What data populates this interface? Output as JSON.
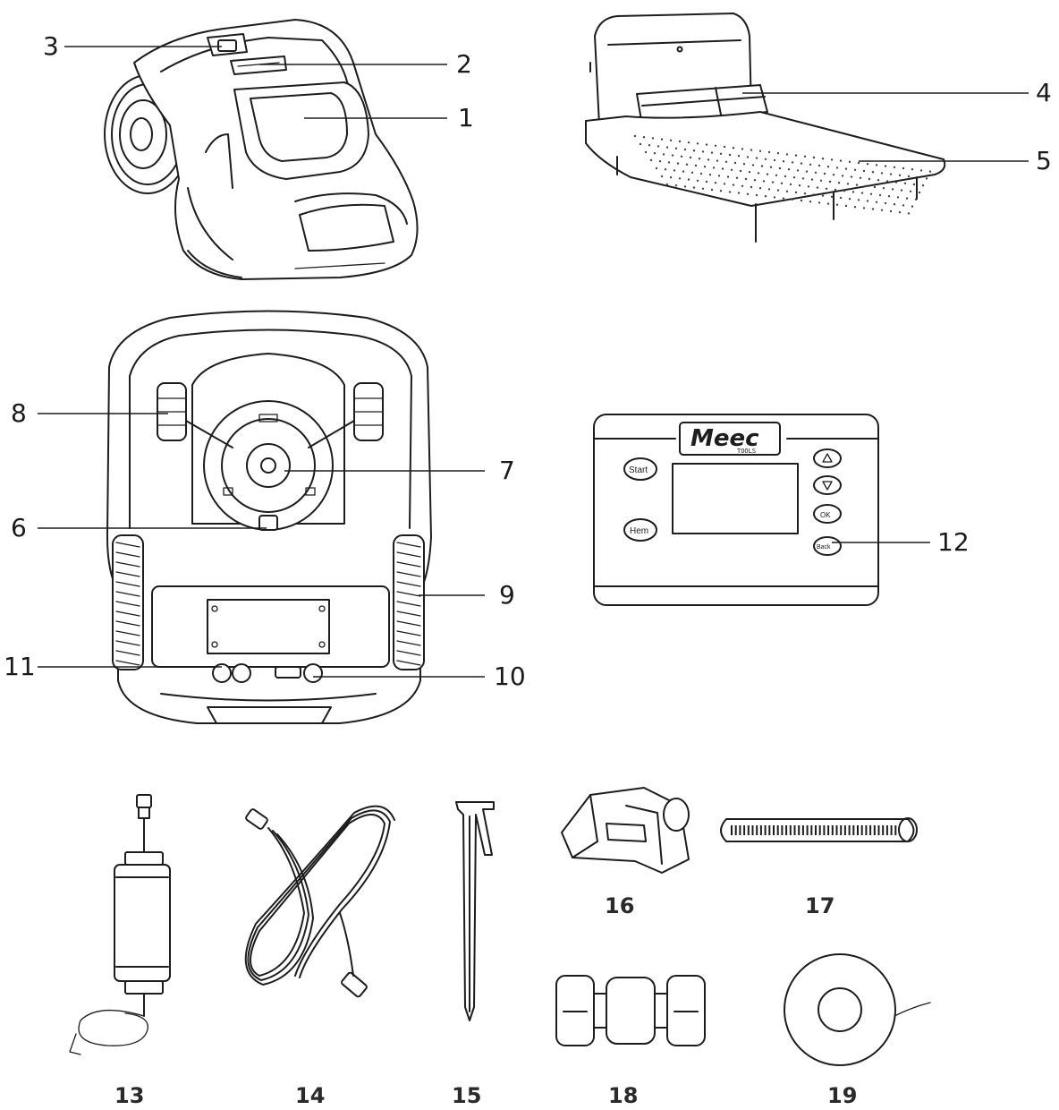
{
  "callouts": {
    "c1": "1",
    "c2": "2",
    "c3": "3",
    "c4": "4",
    "c5": "5",
    "c6": "6",
    "c7": "7",
    "c8": "8",
    "c9": "9",
    "c10": "10",
    "c11": "11",
    "c12": "12",
    "c13": "13",
    "c14": "14",
    "c15": "15",
    "c16": "16",
    "c17": "17",
    "c18": "18",
    "c19": "19"
  },
  "control_panel": {
    "logo": "Meec",
    "logo_sub": "TOOLS",
    "buttons": {
      "start": "Start",
      "home": "Hem",
      "up_icon": "triangle-up-icon",
      "down_icon": "triangle-down-icon",
      "ok": "OK",
      "back": "Back"
    }
  }
}
